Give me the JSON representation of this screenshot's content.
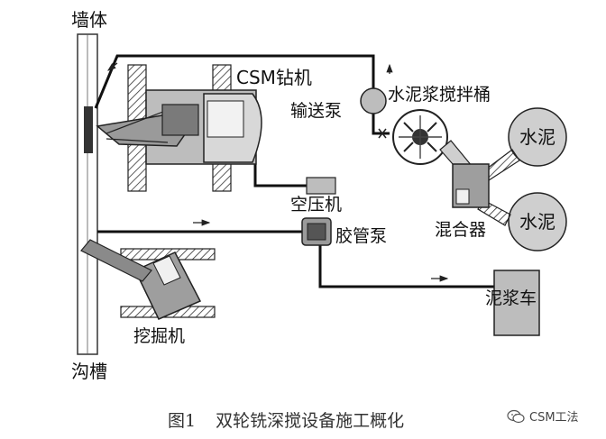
{
  "labels": {
    "wall": "墙体",
    "trench": "沟槽",
    "csm_drill": "CSM钻机",
    "delivery_pump": "输送泵",
    "cement_mixer": "水泥浆搅拌桶",
    "cement_1": "水泥",
    "cement_2": "水泥",
    "air_compressor": "空压机",
    "mixer_unit": "混合器",
    "hose_pump": "胶管泵",
    "slurry_truck": "泥浆车",
    "excavator": "挖掘机"
  },
  "caption": {
    "figure_num": "图1",
    "text": "双轮铣深搅设备施工概化"
  },
  "brand": {
    "name": "CSM工法",
    "icon": "wechat-icon"
  }
}
